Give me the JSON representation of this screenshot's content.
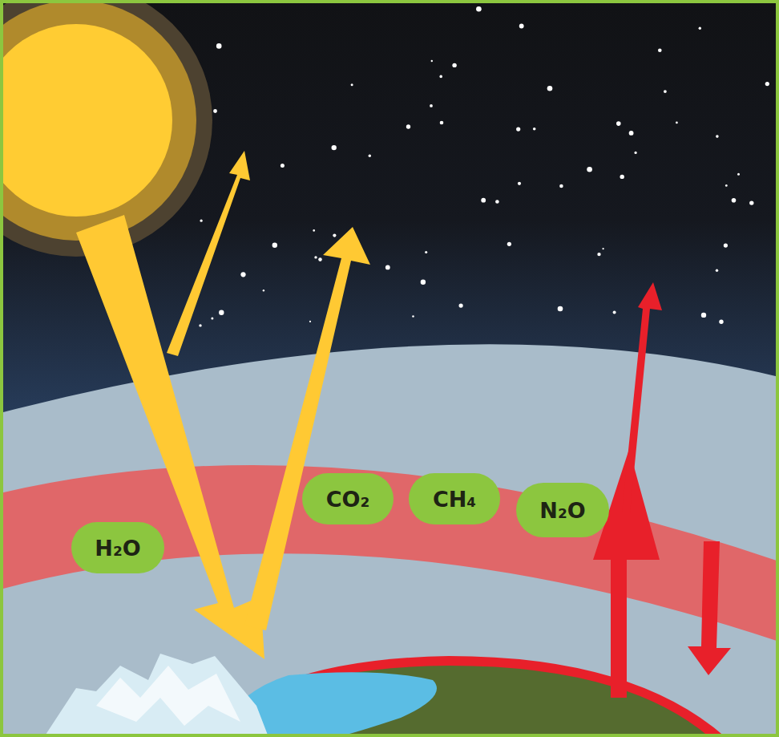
{
  "diagram": {
    "nodes": [
      {
        "text": [
          "H₂O"
        ]
      },
      {
        "text": [
          "CO₂"
        ]
      },
      {
        "text": [
          "CH₄"
        ]
      },
      {
        "text": [
          "N₂O"
        ]
      }
    ]
  }
}
